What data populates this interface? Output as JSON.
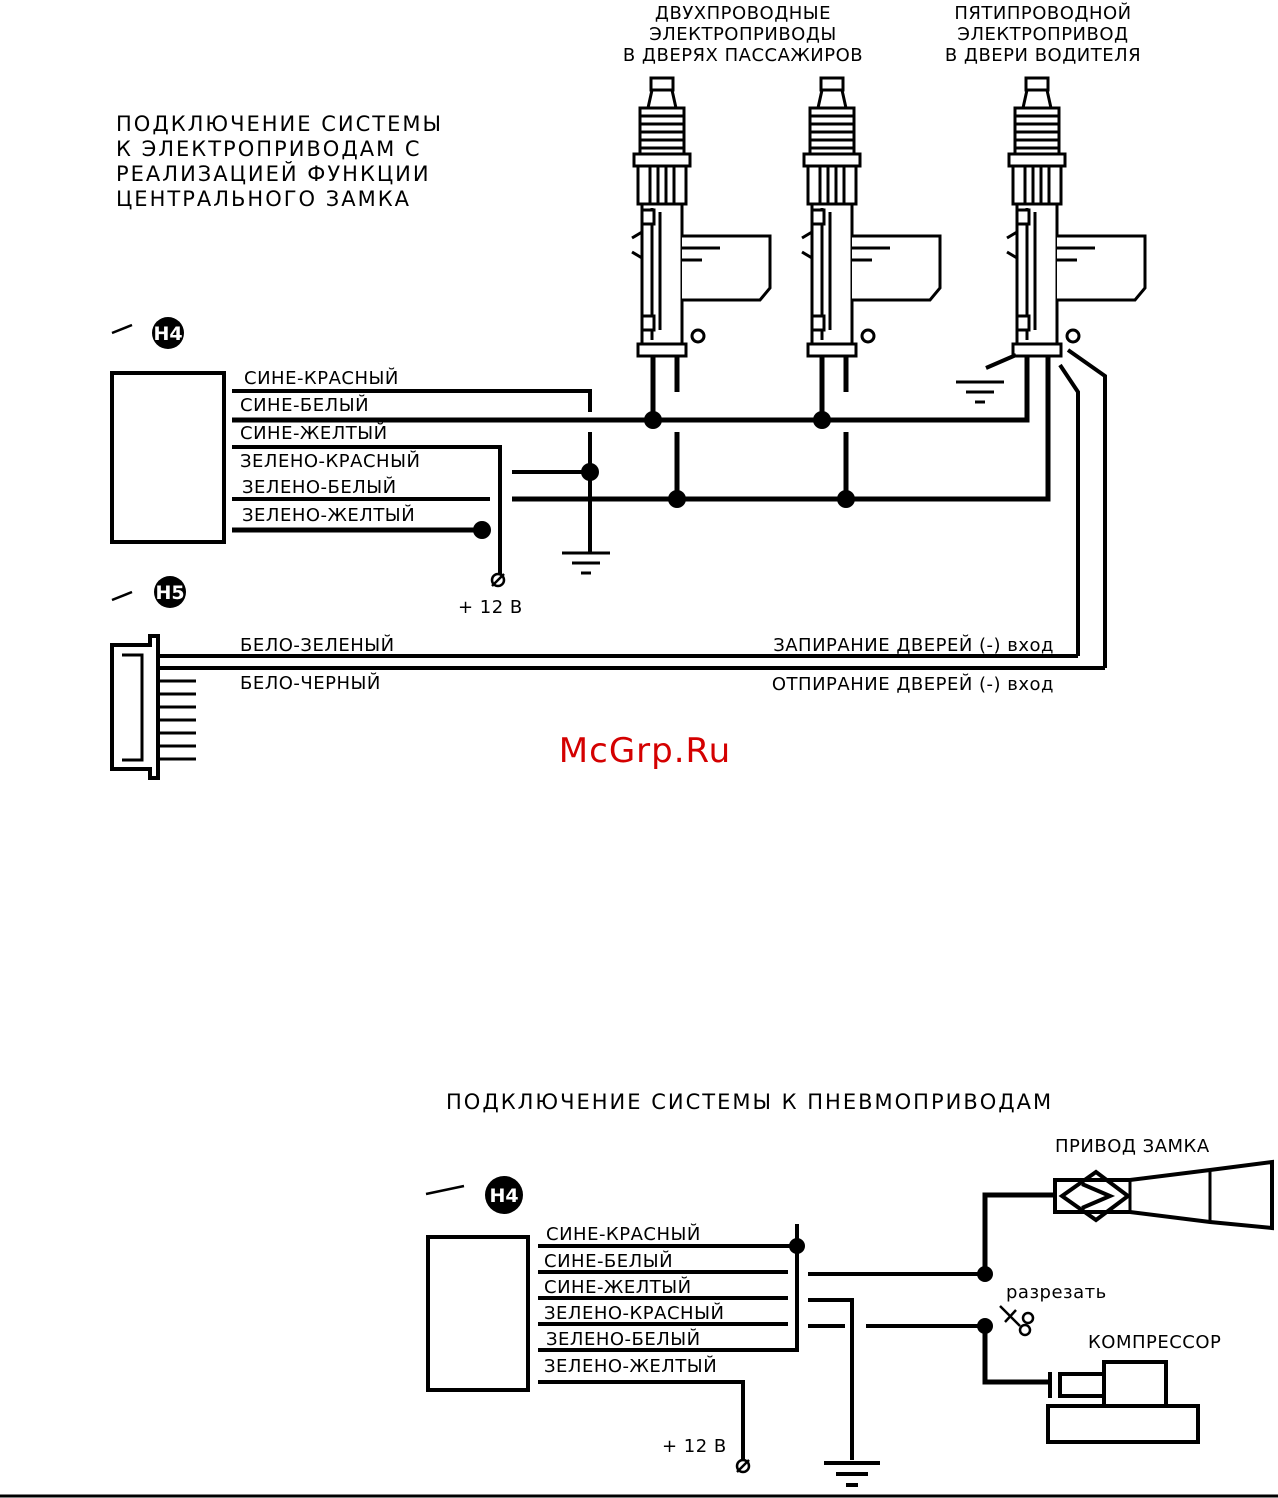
{
  "diagram1": {
    "title_lines": [
      "ПОДКЛЮЧЕНИЕ СИСТЕМЫ",
      "К ЭЛЕКТРОПРИВОДАМ С",
      "РЕАЛИЗАЦИЕЙ ФУНКЦИИ",
      "ЦЕНТРАЛЬНОГО ЗАМКА"
    ],
    "actuator_two_wire_lines": [
      "ДВУХПРОВОДНЫЕ",
      "ЭЛЕКТРОПРИВОДЫ",
      "В ДВЕРЯХ ПАССАЖИРОВ"
    ],
    "actuator_five_wire_lines": [
      "ПЯТИПРОВОДНОЙ",
      "ЭЛЕКТРОПРИВОД",
      "В ДВЕРИ ВОДИТЕЛЯ"
    ],
    "connector_h4": "H4",
    "connector_h5": "H5",
    "wires_h4": [
      "СИНЕ-КРАСНЫЙ",
      "СИНЕ-БЕЛЫЙ",
      "СИНЕ-ЖЕЛТЫЙ",
      "ЗЕЛЕНО-КРАСНЫЙ",
      "ЗЕЛЕНО-БЕЛЫЙ",
      "ЗЕЛЕНО-ЖЕЛТЫЙ"
    ],
    "plus12": "+ 12 В",
    "wires_h5": [
      "БЕЛО-ЗЕЛЕНЫЙ",
      "БЕЛО-ЧЕРНЫЙ"
    ],
    "lock_input": "ЗАПИРАНИЕ ДВЕРЕЙ (-) вход",
    "unlock_input": "ОТПИРАНИЕ ДВЕРЕЙ (-) вход"
  },
  "watermark": "McGrp.Ru",
  "diagram2": {
    "title": "ПОДКЛЮЧЕНИЕ СИСТЕМЫ К ПНЕВМОПРИВОДАМ",
    "connector_h4": "H4",
    "wires_h4": [
      "СИНЕ-КРАСНЫЙ",
      "СИНЕ-БЕЛЫЙ",
      "СИНЕ-ЖЕЛТЫЙ",
      "ЗЕЛЕНО-КРАСНЫЙ",
      "ЗЕЛЕНО-БЕЛЫЙ",
      "ЗЕЛЕНО-ЖЕЛТЫЙ"
    ],
    "lock_actuator": "ПРИВОД ЗАМКА",
    "cut": "разрезать",
    "compressor": "КОМПРЕССОР",
    "plus12": "+ 12 В"
  }
}
